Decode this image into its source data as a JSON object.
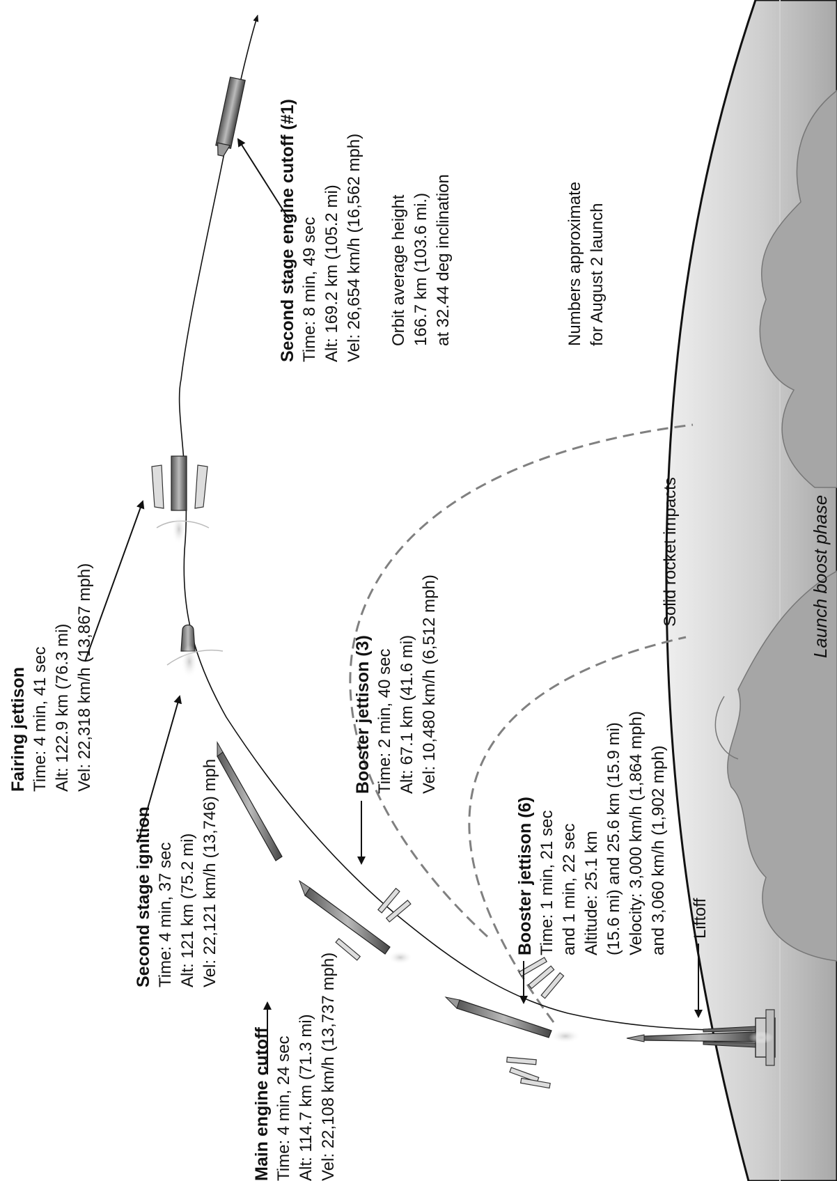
{
  "events": {
    "main_engine_cutoff": {
      "title": "Main engine cutoff",
      "lines": [
        "Time: 4 min, 24 sec",
        "Alt: 114.7 km (71.3 mi)",
        "Vel: 22,108 km/h (13,737 mph)"
      ]
    },
    "second_stage_ignition": {
      "title": "Second stage ignition",
      "lines": [
        "Time: 4 min, 37 sec",
        "Alt: 121 km (75.2 mi)",
        "Vel: 22,121 km/h (13,746) mph"
      ]
    },
    "fairing_jettison": {
      "title": "Fairing jettison",
      "lines": [
        "Time: 4 min, 41 sec",
        "Alt: 122.9 km (76.3 mi)",
        "Vel: 22,318 km/h (13,867 mph)"
      ]
    },
    "booster_jettison_3": {
      "title": "Booster jettison (3)",
      "lines": [
        "Time: 2 min, 40 sec",
        "Alt: 67.1 km (41.6 mi)",
        "Vel: 10,480 km/h (6,512 mph)"
      ]
    },
    "booster_jettison_6": {
      "title": "Booster jettison (6)",
      "lines": [
        "Time: 1 min, 21 sec",
        "and 1 min, 22 sec",
        "Altitude: 25.1 km",
        "(15.6 mi) and 25.6 km (15.9 mi)",
        "Velocity: 3,000 km/h (1,864 mph)",
        "and 3,060 km/h (1,902 mph)"
      ]
    },
    "second_stage_engine_cutoff": {
      "title": "Second stage engine cutoff (#1)",
      "lines": [
        "Time: 8 min, 49 sec",
        "Alt: 169.2 km (105.2 mi)",
        "Vel: 26,654 km/h (16,562 mph)"
      ]
    },
    "liftoff": {
      "label": "Liftoff"
    }
  },
  "orbit_note": [
    "Orbit average height",
    "166.7 km (103.6 mi.)",
    "at 32.44 deg inclination"
  ],
  "approx_note": [
    "Numbers approximate",
    "for August 2 launch"
  ],
  "impacts_label": "Solid rocket impacts",
  "caption": "Launch boost phase",
  "colors": {
    "ink": "#111111",
    "earth_light": "#d2d2d2",
    "earth_dark": "#8f8f8f",
    "impact_dash": "#808080"
  }
}
